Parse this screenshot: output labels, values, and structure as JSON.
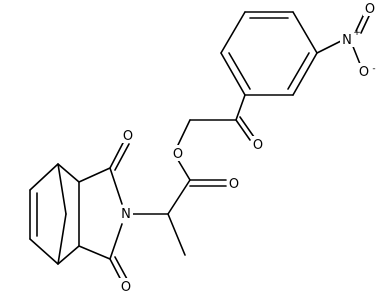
{
  "molecule": {
    "atom_labels": {
      "nitro_n": "N",
      "nitro_o_single": "O",
      "nitro_o_double": "O",
      "ketone_o": "O",
      "ester_o_single": "O",
      "ester_o_double": "O",
      "imide_n": "N",
      "imide_o_top": "O",
      "imide_o_bottom": "O"
    },
    "charges": {
      "nitro_n": "+",
      "nitro_o_single": "-"
    }
  }
}
